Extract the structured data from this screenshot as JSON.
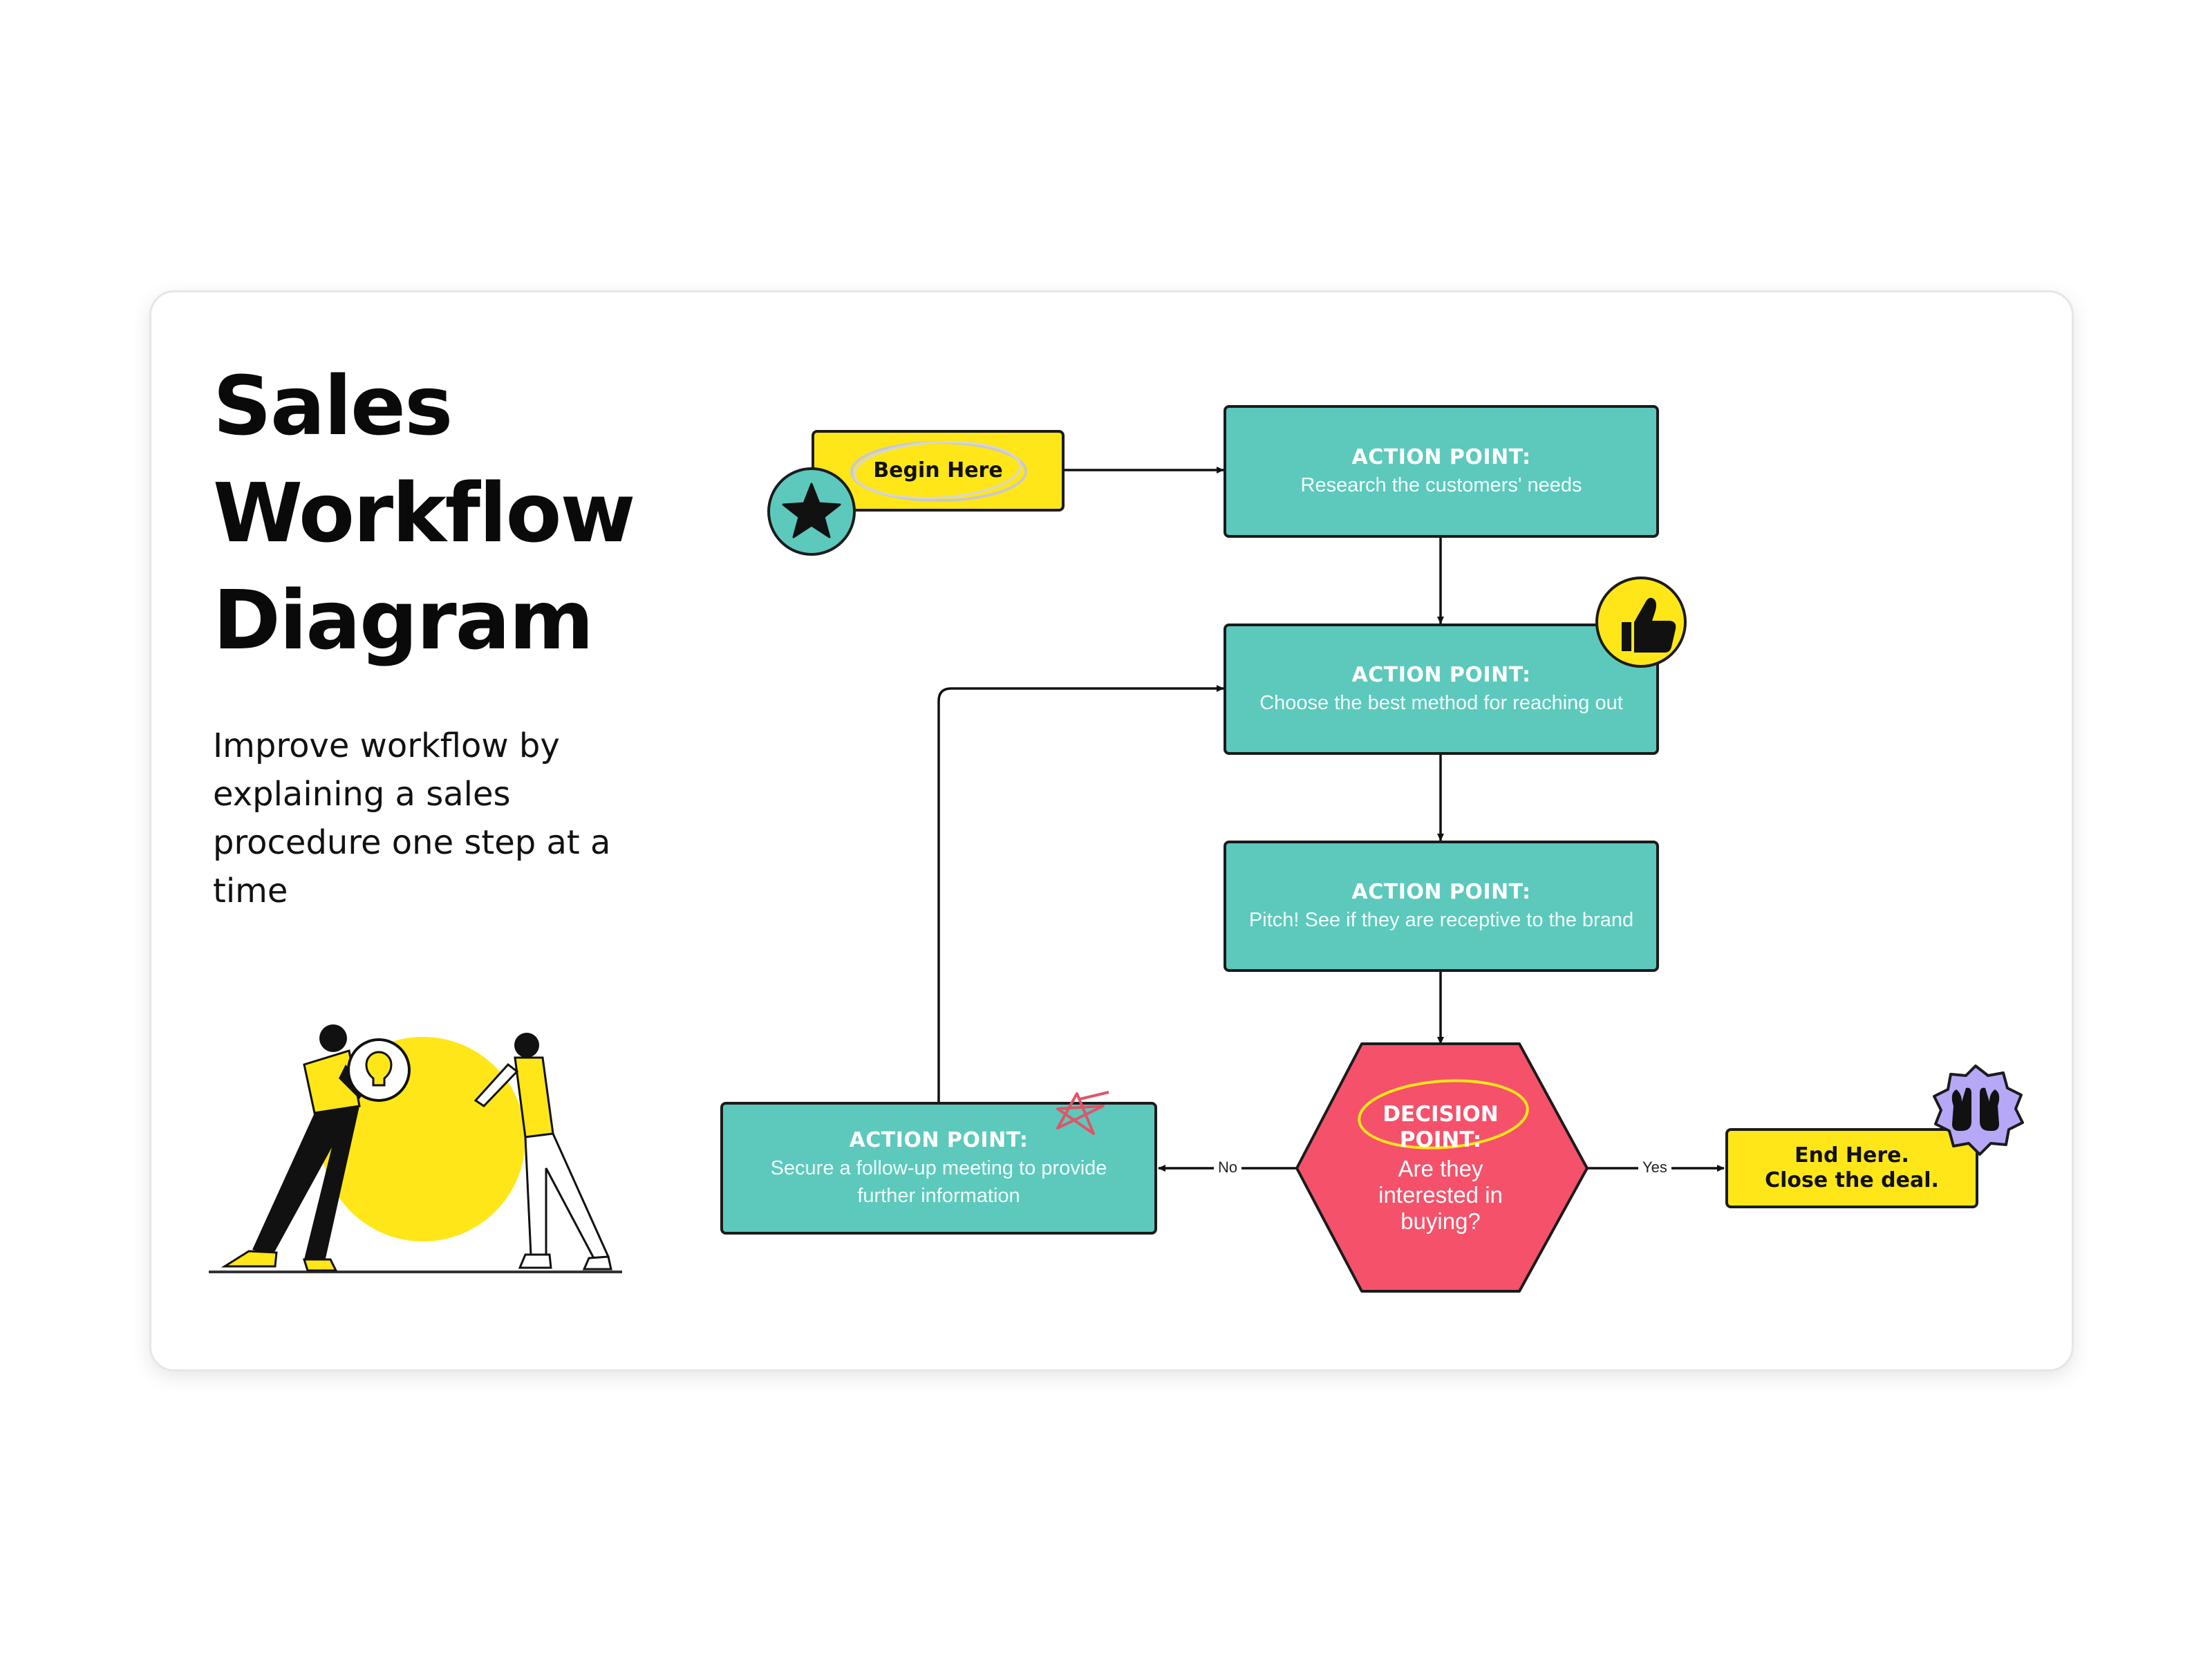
{
  "title_lines": [
    "Sales",
    "Workflow",
    "Diagram"
  ],
  "subtitle": "Improve workflow by explaining a sales procedure one step at a time",
  "nodes": {
    "start": {
      "label": "Begin Here"
    },
    "research": {
      "heading": "ACTION POINT:",
      "detail": "Research the customers' needs"
    },
    "method": {
      "heading": "ACTION POINT:",
      "detail": "Choose the best method for reaching out"
    },
    "pitch": {
      "heading": "ACTION POINT:",
      "detail": "Pitch! See if they are receptive to the brand"
    },
    "decision": {
      "heading": "DECISION POINT:",
      "detail": "Are they interested in buying?"
    },
    "followup": {
      "heading": "ACTION POINT:",
      "detail": "Secure a follow-up meeting to provide further information"
    },
    "end": {
      "line1": "End Here.",
      "line2": "Close the deal."
    }
  },
  "edges": {
    "no_label": "No",
    "yes_label": "Yes"
  },
  "colors": {
    "teal": "#5cc9bc",
    "yellow": "#ffe619",
    "decision_red": "#f5516a",
    "badge_purple": "#b7a7f7",
    "outline": "#1b1b1b"
  },
  "icons": [
    "star-icon",
    "thumbs-up-icon",
    "raised-hands-icon",
    "scribble-star-icon",
    "people-lightbulb-illustration"
  ]
}
